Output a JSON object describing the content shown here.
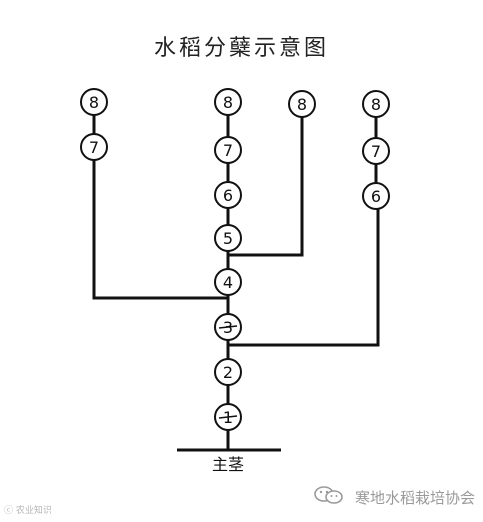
{
  "title": "水稻分蘖示意图",
  "base_label": "主茎",
  "nodes": {
    "m1": "1",
    "m2": "2",
    "m3": "3",
    "m4": "4",
    "m5": "5",
    "m6": "6",
    "m7": "7",
    "m8": "8",
    "a7": "7",
    "a8": "8",
    "b8": "8",
    "c6": "6",
    "c7": "7",
    "c8": "8"
  },
  "watermarks": {
    "left": "ⓒ 农业知识",
    "right": "寒地水稻栽培协会"
  },
  "icons": {
    "wechat": "wechat-icon"
  },
  "colors": {
    "line": "#111111",
    "watermark": "#9a9a9a"
  }
}
